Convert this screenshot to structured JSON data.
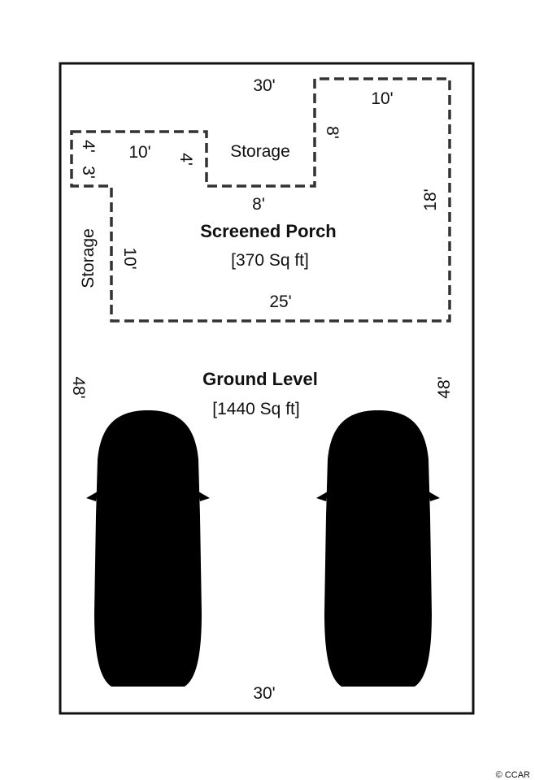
{
  "plan": {
    "top_width": "30'",
    "bottom_width": "30'",
    "left_depth": "48'",
    "right_depth": "48'",
    "ground_level": {
      "title": "Ground Level",
      "area": "[1440 Sq ft]"
    },
    "screened_porch": {
      "title": "Screened Porch",
      "area": "[370 Sq ft]"
    },
    "storage_top": "Storage",
    "storage_left": "Storage",
    "dims": {
      "right_block_width": "10'",
      "right_block_step": "8'",
      "porch_depth": "18'",
      "left_block_width": "10'",
      "left_block_step": "4'",
      "left_block_depth_a": "4'",
      "left_block_depth_b": "3'",
      "storage_width": "8'",
      "porch_left_depth": "10'",
      "porch_width": "25'"
    }
  },
  "watermark": "© CCAR"
}
